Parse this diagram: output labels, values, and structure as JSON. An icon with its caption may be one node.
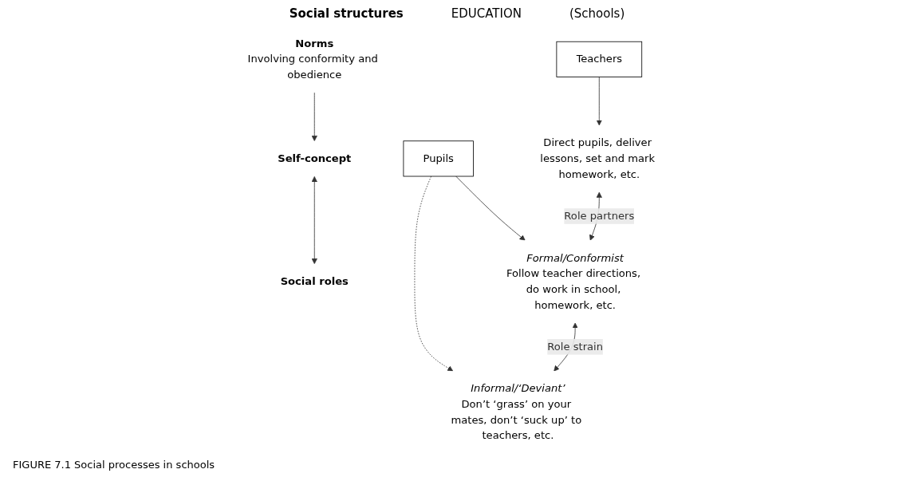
{
  "diagram": {
    "caption": "FIGURE 7.1 Social processes in schools",
    "nodes": [
      {
        "text": [
          "Self-concept"
        ]
      },
      {
        "text": [
          "Social roles"
        ]
      },
      {
        "text": [
          "Norms",
          "Involving conformity and obedience"
        ]
      },
      {
        "text": [
          "Teachers"
        ]
      },
      {
        "text": [
          "Pupils"
        ]
      },
      {
        "text": [
          "Direct pupils, deliver lessons, set and mark homework, etc."
        ]
      },
      {
        "text": [
          "Formal/Conformist",
          "Follow teacher directions, do work in school, homework, etc."
        ]
      },
      {
        "text": [
          "Informal/‘Deviant’",
          "Don’t ‘grass’ on your mates, don’t ‘suck up’ to teachers, etc."
        ]
      }
    ],
    "edges": [
      {
        "from": 0,
        "to": 1,
        "arrow": "both"
      },
      {
        "from": 2,
        "to": 0,
        "arrow": "to"
      },
      {
        "from": 3,
        "to": 5,
        "arrow": "to"
      },
      {
        "from": 4,
        "to": 6,
        "arrow": "to"
      },
      {
        "from": 4,
        "to": 7,
        "arrow": "to",
        "style": "dashed"
      },
      {
        "from": 5,
        "to": 6,
        "arrow": "both",
        "label": "Role partners"
      },
      {
        "from": 6,
        "to": 7,
        "arrow": "both",
        "label": "Role strain"
      }
    ],
    "labels": [
      "Social structures",
      "EDUCATION",
      "(Schools)"
    ]
  }
}
